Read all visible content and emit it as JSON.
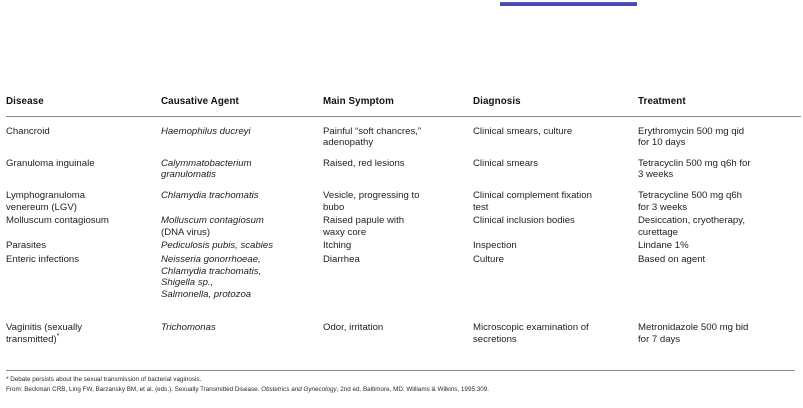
{
  "top_rule": {
    "name": "blue-link-underline",
    "color": "#4a47b0"
  },
  "table": {
    "headers": [
      "Disease",
      "Causative Agent",
      "Main Symptom",
      "Diagnosis",
      "Treatment"
    ],
    "rows": [
      {
        "disease": [
          "Chancroid"
        ],
        "agent": [
          "Haemophilus ducreyi"
        ],
        "agent_italic": [
          true
        ],
        "symptom": [
          "Painful “soft chancres,”",
          "adenopathy"
        ],
        "diagnosis": [
          "Clinical smears, culture"
        ],
        "treatment": [
          "Erythromycin 500 mg qid",
          "for 10 days"
        ]
      },
      {
        "disease": [
          "Granuloma inguinale"
        ],
        "agent": [
          "Calymmatobacterium",
          "granulomatis"
        ],
        "agent_italic": [
          true,
          true
        ],
        "symptom": [
          "Raised, red lesions"
        ],
        "diagnosis": [
          "Clinical smears"
        ],
        "treatment": [
          "Tetracyclin 500 mg q6h for",
          "3 weeks"
        ]
      },
      {
        "disease": [
          "Lymphogranuloma",
          "venereum (LGV)"
        ],
        "agent": [
          "Chlamydia trachomatis"
        ],
        "agent_italic": [
          true
        ],
        "symptom": [
          "Vesicle, progressing to",
          "bubo"
        ],
        "diagnosis": [
          "Clinical complement fixation",
          "test"
        ],
        "treatment": [
          "Tetracycline 500 mg q6h",
          "for 3 weeks"
        ]
      },
      {
        "disease": [
          "Molluscum contagiosum"
        ],
        "agent": [
          "Molluscum contagiosum",
          "(DNA virus)"
        ],
        "agent_italic": [
          true,
          false
        ],
        "symptom": [
          "Raised papule with",
          "waxy core"
        ],
        "diagnosis": [
          "Clinical inclusion bodies"
        ],
        "treatment": [
          "Desiccation, cryotherapy,",
          "curettage"
        ]
      },
      {
        "disease": [
          "Parasites"
        ],
        "agent": [
          "Pediculosis pubis, scabies"
        ],
        "agent_italic": [
          true
        ],
        "symptom": [
          "Itching"
        ],
        "diagnosis": [
          "Inspection"
        ],
        "treatment": [
          "Lindane 1%"
        ]
      },
      {
        "disease": [
          "Enteric infections"
        ],
        "agent": [
          "Neisseria gonorrhoeae,",
          "Chlamydia trachomatis,",
          "Shigella sp.,",
          "Salmonella, protozoa"
        ],
        "agent_italic": [
          true,
          true,
          true,
          true
        ],
        "symptom": [
          "Diarrhea"
        ],
        "diagnosis": [
          "Culture"
        ],
        "treatment": [
          "Based on agent"
        ]
      },
      {
        "disease": [
          "Vaginitis (sexually",
          "transmitted)*"
        ],
        "agent": [
          "Trichomonas"
        ],
        "agent_italic": [
          true
        ],
        "symptom": [
          "Odor, irritation"
        ],
        "diagnosis": [
          "Microscopic examination of",
          "secretions"
        ],
        "treatment": [
          "Metronidazole 500 mg bid",
          "for 7 days"
        ]
      }
    ]
  },
  "footnotes": {
    "asterisk_note": "* Debate persists about the sexual transmission of bacterial vaginosis.",
    "source_prefix": "From: Beckman CRB, Ling FW, Barzansky BM, et al. (eds.). Sexually Transmitted Disease. ",
    "source_italic": "Obstetrics and Gynecology",
    "source_suffix": ", 2nd ed. Baltimore, MD: Williams & Wilkins, 1995:309."
  }
}
